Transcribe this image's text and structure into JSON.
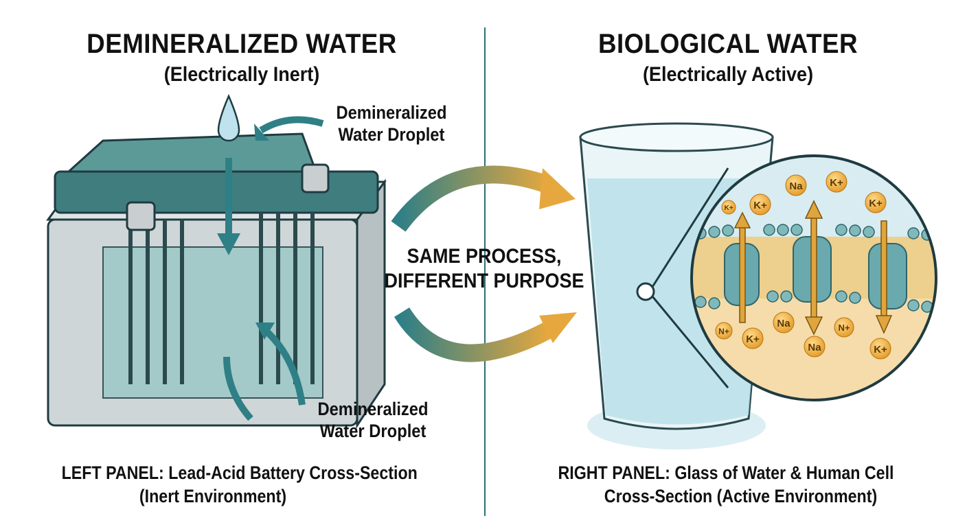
{
  "left": {
    "title": "DEMINERALIZED WATER",
    "subtitle": "(Electrically Inert)",
    "label_top": [
      "Demineralized",
      "Water Droplet"
    ],
    "label_bottom": [
      "Demineralized",
      "Water Droplet"
    ],
    "caption": [
      "LEFT PANEL: Lead-Acid Battery Cross-Section",
      "(Inert Environment)"
    ]
  },
  "center": {
    "text": [
      "SAME PROCESS,",
      "DIFFERENT PURPOSE"
    ]
  },
  "right": {
    "title": "BIOLOGICAL WATER",
    "subtitle": "(Electrically Active)",
    "caption": [
      "RIGHT PANEL: Glass of Water & Human Cell",
      "Cross-Section (Active Environment)"
    ],
    "ions_outside": [
      "Na",
      "K+",
      "K+",
      "K+",
      "K+"
    ],
    "ions_inside": [
      "N+",
      "K+",
      "Na",
      "Na",
      "N+",
      "K+"
    ]
  },
  "colors": {
    "teal": "#2f7f86",
    "gold": "#e0a53c",
    "water": "#cfe8ef",
    "battery": "#cfd6d8"
  }
}
